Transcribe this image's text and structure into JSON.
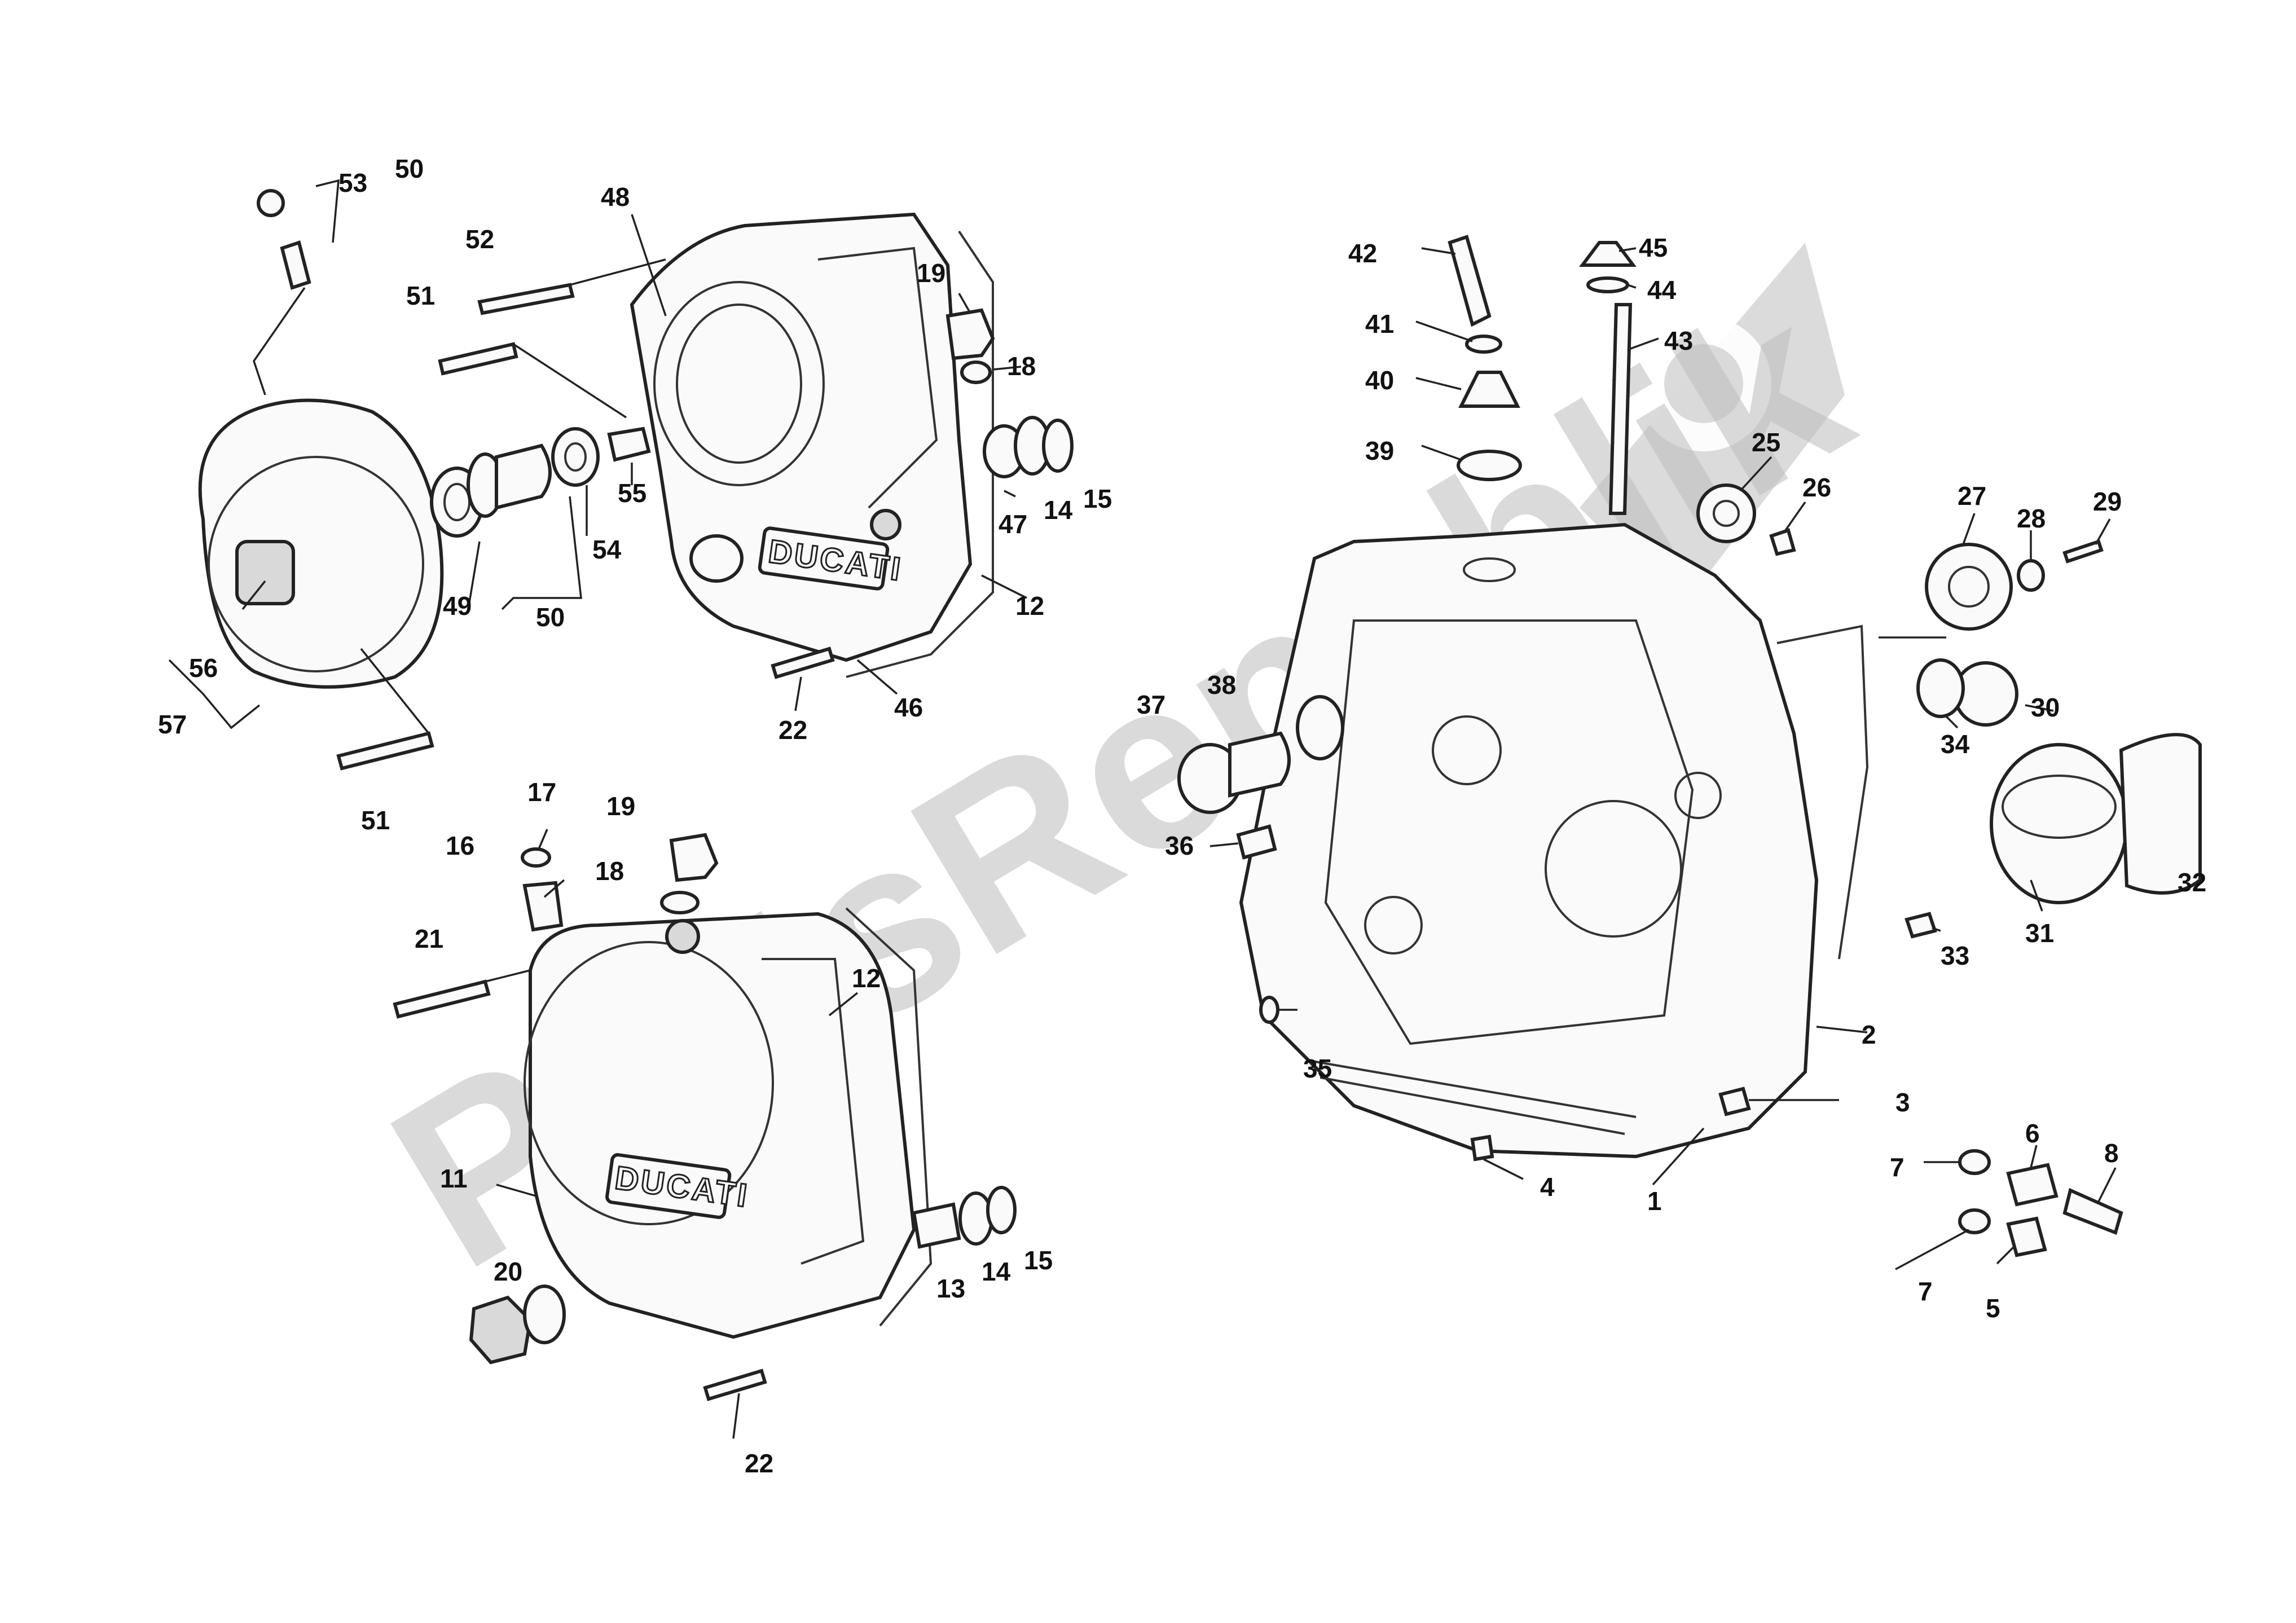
{
  "diagram": {
    "watermark_text": "PartsRepublik",
    "logo_text": "DUCATI",
    "callouts": {
      "c1": "1",
      "c2": "2",
      "c3": "3",
      "c4": "4",
      "c5": "5",
      "c6": "6",
      "c7a": "7",
      "c7b": "7",
      "c8": "8",
      "c11": "11",
      "c12a": "12",
      "c12b": "12",
      "c13": "13",
      "c14a": "14",
      "c14b": "14",
      "c15a": "15",
      "c15b": "15",
      "c16": "16",
      "c17": "17",
      "c18a": "18",
      "c18b": "18",
      "c19a": "19",
      "c19b": "19",
      "c20": "20",
      "c21": "21",
      "c22a": "22",
      "c22b": "22",
      "c25": "25",
      "c26": "26",
      "c27": "27",
      "c28": "28",
      "c29": "29",
      "c30": "30",
      "c31": "31",
      "c32": "32",
      "c33": "33",
      "c34": "34",
      "c35": "35",
      "c36": "36",
      "c37": "37",
      "c38": "38",
      "c39": "39",
      "c40": "40",
      "c41": "41",
      "c42": "42",
      "c43": "43",
      "c44": "44",
      "c45": "45",
      "c46": "46",
      "c47": "47",
      "c48": "48",
      "c49": "49",
      "c50a": "50",
      "c50b": "50",
      "c51a": "51",
      "c51b": "51",
      "c52": "52",
      "c53": "53",
      "c54": "54",
      "c55": "55",
      "c56": "56",
      "c57": "57"
    }
  }
}
